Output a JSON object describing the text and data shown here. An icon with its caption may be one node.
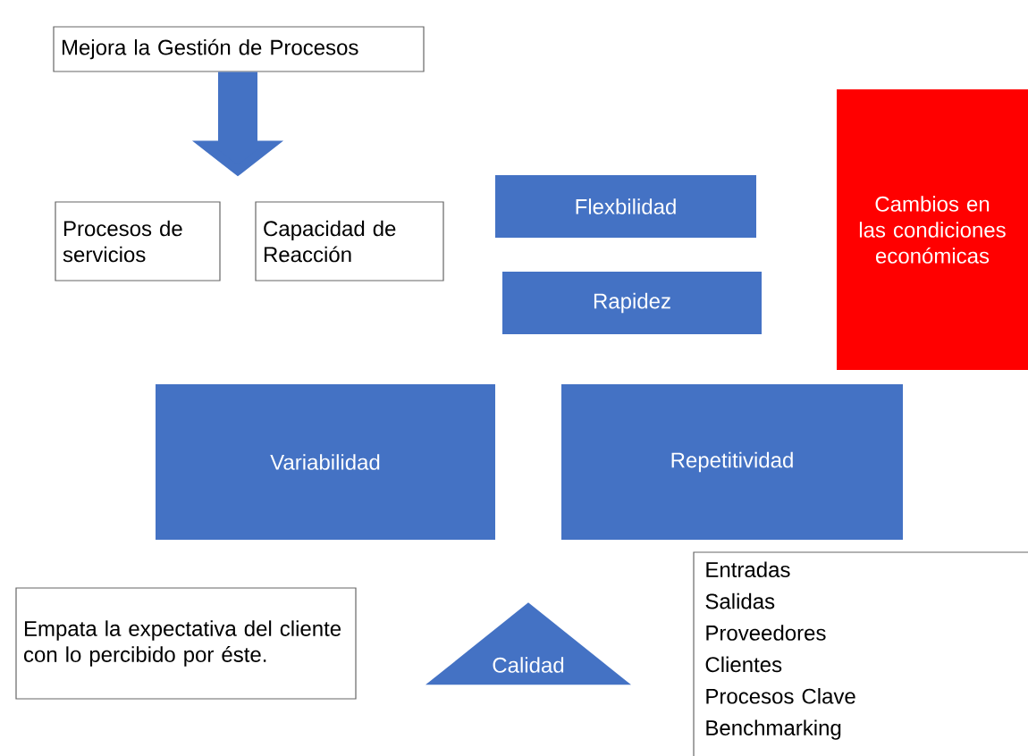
{
  "diagram": {
    "nodes": [
      {
        "text": [
          "Mejora la Gestión de Procesos"
        ]
      },
      {
        "text": [
          "Procesos de servicios"
        ]
      },
      {
        "text": [
          "Capacidad de Reacción"
        ]
      },
      {
        "text": [
          "Flexbilidad"
        ]
      },
      {
        "text": [
          "Rapidez"
        ]
      },
      {
        "text": [
          "Cambios en las condiciones económicas"
        ]
      },
      {
        "text": [
          "Variabilidad"
        ]
      },
      {
        "text": [
          "Repetitividad"
        ]
      },
      {
        "text": [
          "Empata la expectativa del cliente con lo percibido por éste."
        ]
      },
      {
        "text": [
          "Calidad"
        ]
      },
      {
        "text": [
          "Entradas",
          "Salidas",
          "Proveedores",
          "Clientes",
          "Procesos Clave",
          "Benchmarking"
        ]
      }
    ],
    "edges": [
      {
        "from": 0,
        "to": 1,
        "arrow": "to"
      },
      {
        "from": 0,
        "to": 2,
        "arrow": "to"
      }
    ]
  }
}
